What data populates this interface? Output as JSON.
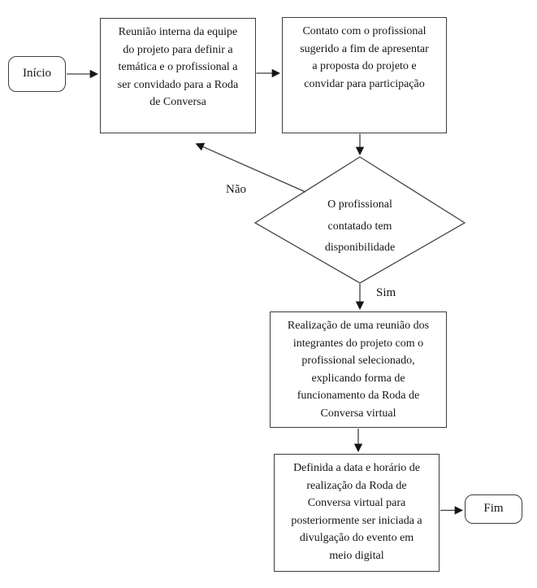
{
  "diagram": {
    "nodes": {
      "start": {
        "label": "Início",
        "shape": "terminal"
      },
      "step1": {
        "text": "Reunião interna da equipe\ndo projeto para definir a\ntemática e o profissional a\nser convidado para a Roda\nde Conversa",
        "shape": "process"
      },
      "step2": {
        "text": "Contato com o profissional\nsugerido a fim de apresentar\na proposta do projeto e\nconvidar para participação",
        "shape": "process"
      },
      "decision": {
        "text": "O profissional\ncontatado tem\ndisponibilidade",
        "shape": "decision"
      },
      "step3": {
        "text": "Realização de uma reunião dos\nintegrantes do projeto com o\nprofissional selecionado,\nexplicando forma de\nfuncionamento da Roda de\nConversa virtual",
        "shape": "process"
      },
      "step4": {
        "text": "Definida a data e horário de\nrealização da Roda de\nConversa virtual para\nposteriormente ser iniciada a\ndivulgação do evento em\nmeio digital",
        "shape": "process"
      },
      "end": {
        "label": "Fim",
        "shape": "terminal"
      }
    },
    "edge_labels": {
      "no": "Não",
      "yes": "Sim"
    },
    "colors": {
      "background": "#ffffff",
      "node_border": "#3d3d3d",
      "edge_line": "#404040",
      "arrowhead": "#161616",
      "text": "#161616"
    }
  }
}
